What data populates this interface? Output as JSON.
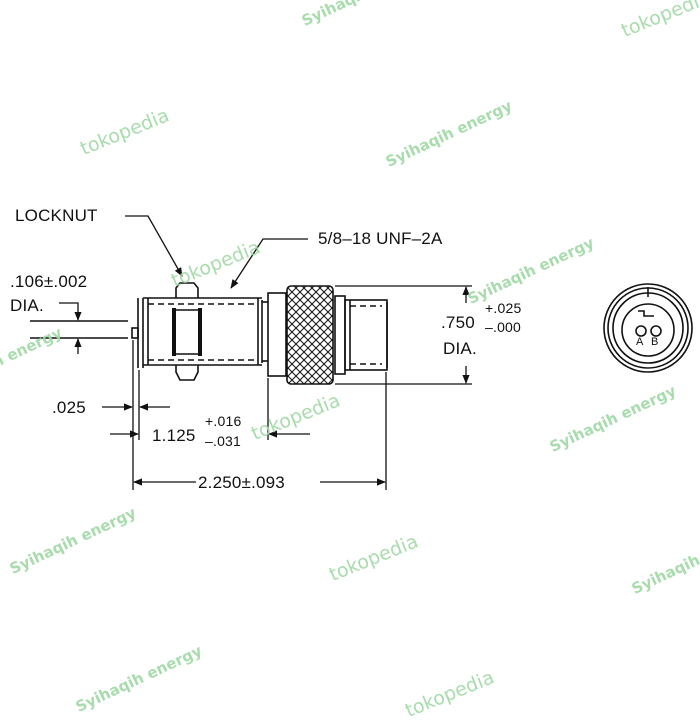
{
  "drawing": {
    "callouts": {
      "locknut": "LOCKNUT",
      "thread": "5/8–18 UNF–2A"
    },
    "dimensions": {
      "pin_dia_value": ".106±.002",
      "pin_dia_label": "DIA.",
      "body_dia_value": ".750",
      "body_dia_tol_plus": "+.025",
      "body_dia_tol_minus": "–.000",
      "body_dia_label": "DIA.",
      "flange_gap": ".025",
      "thread_length_value": "1.125",
      "thread_length_tol_plus": "+.016",
      "thread_length_tol_minus": "–.031",
      "overall_length": "2.250±.093"
    },
    "end_view": {
      "contacts": [
        "A",
        "B"
      ]
    }
  },
  "watermarks": {
    "seller": "Syihaqih energy",
    "marketplace": "tokopedia",
    "color": "#9fd9a4"
  }
}
